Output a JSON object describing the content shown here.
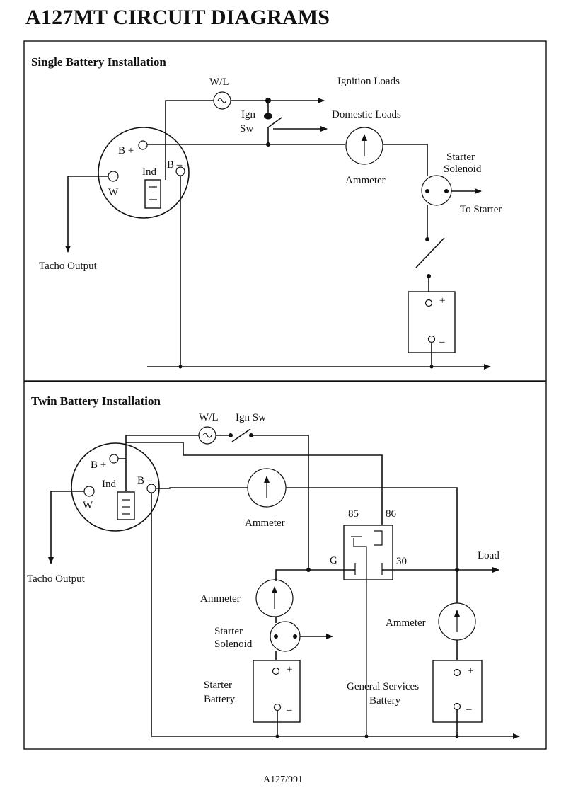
{
  "title": "A127MT CIRCUIT DIAGRAMS",
  "footer": "A127/991",
  "single": {
    "heading": "Single Battery Installation",
    "warning_light": "W/L",
    "ignition_loads": "Ignition Loads",
    "domestic_loads": "Domestic Loads",
    "ign_sw_line1": "Ign",
    "ign_sw_line2": "Sw",
    "b_plus": "B +",
    "b_minus": "B –",
    "ind": "Ind",
    "w": "W",
    "ammeter": "Ammeter",
    "starter_solenoid_line1": "Starter",
    "starter_solenoid_line2": "Solenoid",
    "to_starter": "To Starter",
    "tacho_output": "Tacho Output",
    "plus": "+",
    "minus": "–"
  },
  "twin": {
    "heading": "Twin Battery Installation",
    "warning_light": "W/L",
    "ign_sw": "Ign Sw",
    "b_plus": "B +",
    "b_minus": "B –",
    "ind": "Ind",
    "w": "W",
    "ammeter_main": "Ammeter",
    "relay_85": "85",
    "relay_86": "86",
    "relay_g": "G",
    "relay_30": "30",
    "load": "Load",
    "tacho_output": "Tacho Output",
    "ammeter_starter": "Ammeter",
    "starter_solenoid_line1": "Starter",
    "starter_solenoid_line2": "Solenoid",
    "starter_battery_line1": "Starter",
    "starter_battery_line2": "Battery",
    "general_line1": "General Services",
    "general_line2": "Battery",
    "ammeter_general": "Ammeter",
    "plus": "+",
    "minus": "–"
  }
}
